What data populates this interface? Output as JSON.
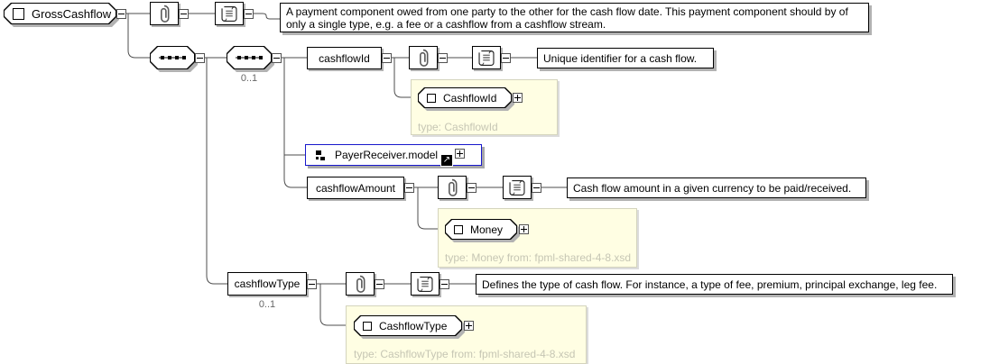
{
  "root": {
    "label": "GrossCashflow",
    "doc_line1": "A payment component owed from one party to the other for the cash flow date. This payment component should by of",
    "doc_line2": "only a single type, e.g. a fee or a cashflow from a cashflow stream."
  },
  "compositors": {
    "inner_occurrence": "0..1"
  },
  "elements": {
    "cashflowId": {
      "name": "cashflowId",
      "doc": "Unique identifier for a cash flow.",
      "type": {
        "label": "CashflowId",
        "note": "type: CashflowId"
      }
    },
    "payerReceiverModel": {
      "name": "PayerReceiver.model"
    },
    "cashflowAmount": {
      "name": "cashflowAmount",
      "doc": "Cash flow amount in a given currency to be paid/received.",
      "type": {
        "label": "Money",
        "note": "type: Money from: fpml-shared-4-8.xsd"
      }
    },
    "cashflowType": {
      "name": "cashflowType",
      "occurrence": "0..1",
      "doc": "Defines the type of cash flow. For instance, a type of fee, premium, principal exchange, leg fee.",
      "type": {
        "label": "CashflowType",
        "note": "type: CashflowType from: fpml-shared-4-8.xsd"
      }
    }
  },
  "icons": {
    "paperclip": "paperclip-icon",
    "scroll": "annotation-scroll-icon",
    "sequence": "sequence-dots-icon",
    "element_square": "element-square-icon",
    "model_group": "model-group-icon",
    "link_arrow": "link-arrow-icon"
  },
  "colors": {
    "selection_border": "#1818cc",
    "type_panel_bg": "#fffee3",
    "type_note_text": "#c6c6b4",
    "shadow": "#b2b2b2",
    "wire": "#4d4d4d"
  }
}
